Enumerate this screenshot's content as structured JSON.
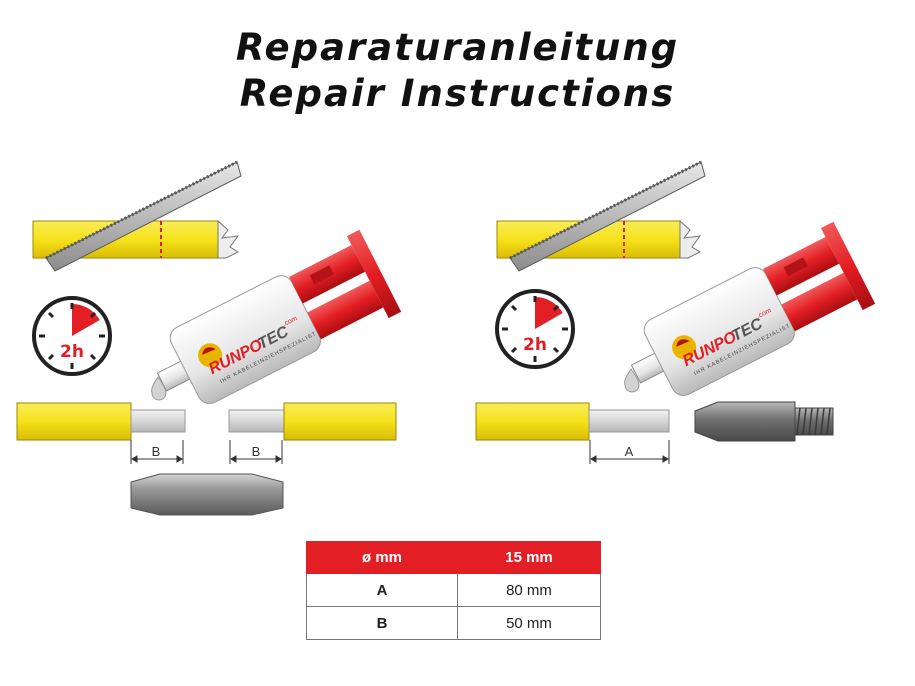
{
  "titles": {
    "de": "Reparaturanleitung",
    "en": "Repair Instructions"
  },
  "brand": {
    "name_a": "RUNPO",
    "name_b": "TEC",
    "suffix": ".com",
    "tagline": "IHR KABELEINZIEHSPEZIALIST"
  },
  "timer_label": "2h",
  "dimension_labels": {
    "b_left": "B",
    "b_right": "B",
    "a": "A"
  },
  "table": {
    "headers": [
      "ø mm",
      "15 mm"
    ],
    "rows": [
      {
        "label": "A",
        "value": "80 mm"
      },
      {
        "label": "B",
        "value": "50 mm"
      }
    ]
  },
  "colors": {
    "rod_yellow": "#f6e21a",
    "accent_red": "#e31e24",
    "core_grey": "#d2d2d2",
    "metal": "#8a8a8a"
  },
  "icons": [
    "saw-icon",
    "clock-icon",
    "glue-syringe-icon",
    "connector-sleeve-icon",
    "threaded-end-cap-icon"
  ]
}
